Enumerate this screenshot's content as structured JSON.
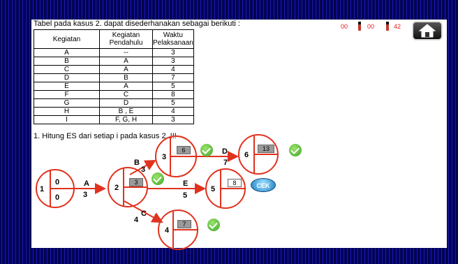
{
  "title": "Tabel pada kasus 2. dapat disederhanakan sebagai berikuti :",
  "table": {
    "headers": [
      "Kegiatan",
      "Kegiatan Pendahulu",
      "Waktu Pelaksanaan"
    ],
    "rows": [
      [
        "A",
        "--",
        "3"
      ],
      [
        "B",
        "A",
        "3"
      ],
      [
        "C",
        "A",
        "4"
      ],
      [
        "D",
        "B",
        "7"
      ],
      [
        "E",
        "A",
        "5"
      ],
      [
        "F",
        "C",
        "8"
      ],
      [
        "G",
        "D",
        "5"
      ],
      [
        "H",
        "B , E",
        "4"
      ],
      [
        "I",
        "F, G, H",
        "3"
      ]
    ]
  },
  "question": "1. Hitung ES dari setiap i pada kasus 2..!!!",
  "timer": {
    "h": "00",
    "m": "00",
    "s": "42"
  },
  "network": {
    "node1": {
      "id": "1",
      "es": "0",
      "lf": "0"
    },
    "node2": {
      "id": "2",
      "es": "3"
    },
    "node3": {
      "id": "3",
      "es": "6"
    },
    "node4": {
      "id": "4",
      "es": "7"
    },
    "node5": {
      "id": "5",
      "es": "8"
    },
    "node6": {
      "id": "6",
      "es": "13"
    },
    "edges": [
      {
        "label": "A",
        "time": "3"
      },
      {
        "label": "B",
        "time": "3"
      },
      {
        "label": "C",
        "time": "4"
      },
      {
        "label": "D",
        "time": "7"
      },
      {
        "label": "E",
        "time": "5"
      }
    ]
  },
  "cek_label": "CEK",
  "colors": {
    "node": "#e0321e",
    "input_bg": "#9a9a9a",
    "check": "#3fa52a"
  },
  "icons": {
    "home": "home-icon",
    "check": "check-icon"
  }
}
